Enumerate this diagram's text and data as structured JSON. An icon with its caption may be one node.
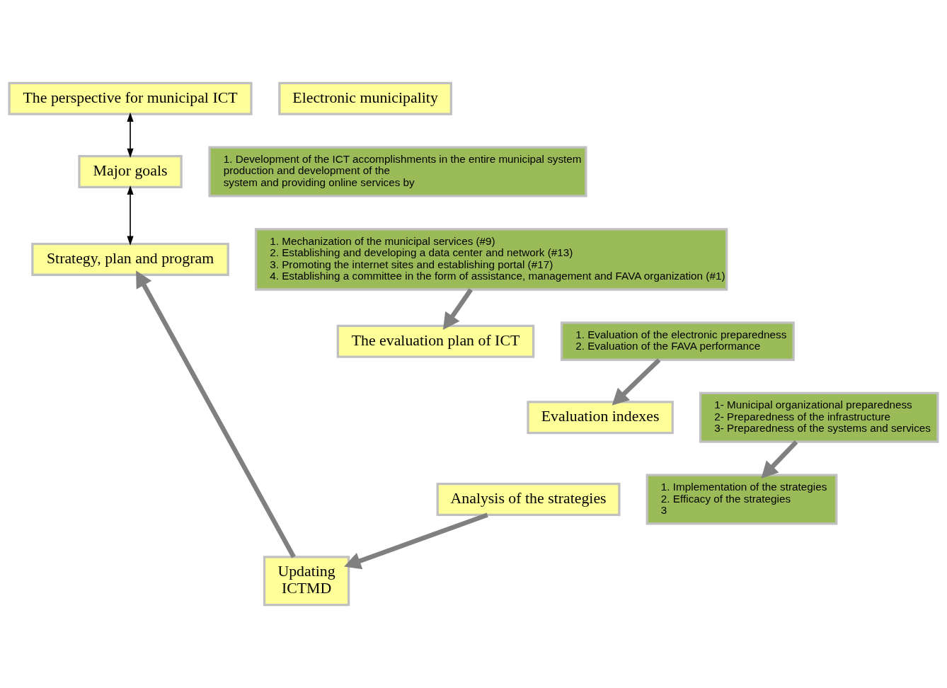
{
  "diagram": {
    "nodes": [
      {
        "text": [
          "The perspective for municipal ICT"
        ]
      },
      {
        "text": [
          "Electronic municipality"
        ]
      },
      {
        "text": [
          "Major goals"
        ]
      },
      {
        "text": [
          "1. Development of the ICT accomplishments in the entire municipal system",
          "production and development of the",
          "system and providing online services by"
        ]
      },
      {
        "text": [
          "Strategy, plan and program"
        ]
      },
      {
        "text": [
          "1. Mechanization of the municipal services (#9)",
          "2. Establishing and developing a data center and network (#13)",
          "3. Promoting the internet sites and establishing portal (#17)",
          "4. Establishing a committee in the form of assistance, management and FAVA organization (#1)"
        ]
      },
      {
        "text": [
          "Updating",
          "ICTMD"
        ]
      },
      {
        "text": [
          "The evaluation plan of ICT"
        ]
      },
      {
        "text": [
          "1. Evaluation of the electronic preparedness",
          "2. Evaluation of the FAVA performance"
        ]
      },
      {
        "text": [
          "Evaluation indexes"
        ]
      },
      {
        "text": [
          "1- Municipal organizational preparedness",
          "2- Preparedness of the infrastructure",
          "3- Preparedness of the systems and services"
        ]
      },
      {
        "text": [
          "Analysis of the strategies"
        ]
      },
      {
        "text": [
          "1. Implementation of the strategies",
          "2. Efficacy of the strategies",
          "3"
        ]
      }
    ],
    "edges": [
      {
        "from": 0,
        "to": 2,
        "arrow": "both",
        "color": "#000000"
      },
      {
        "from": 2,
        "to": 4,
        "arrow": "both",
        "color": "#000000"
      },
      {
        "from": 6,
        "to": 4,
        "arrow": "to"
      },
      {
        "from": 5,
        "to": 7,
        "arrow": "to"
      },
      {
        "from": 8,
        "to": 9,
        "arrow": "to"
      },
      {
        "from": 10,
        "to": 12,
        "arrow": "to"
      },
      {
        "from": 11,
        "to": 6,
        "arrow": "to"
      }
    ]
  }
}
